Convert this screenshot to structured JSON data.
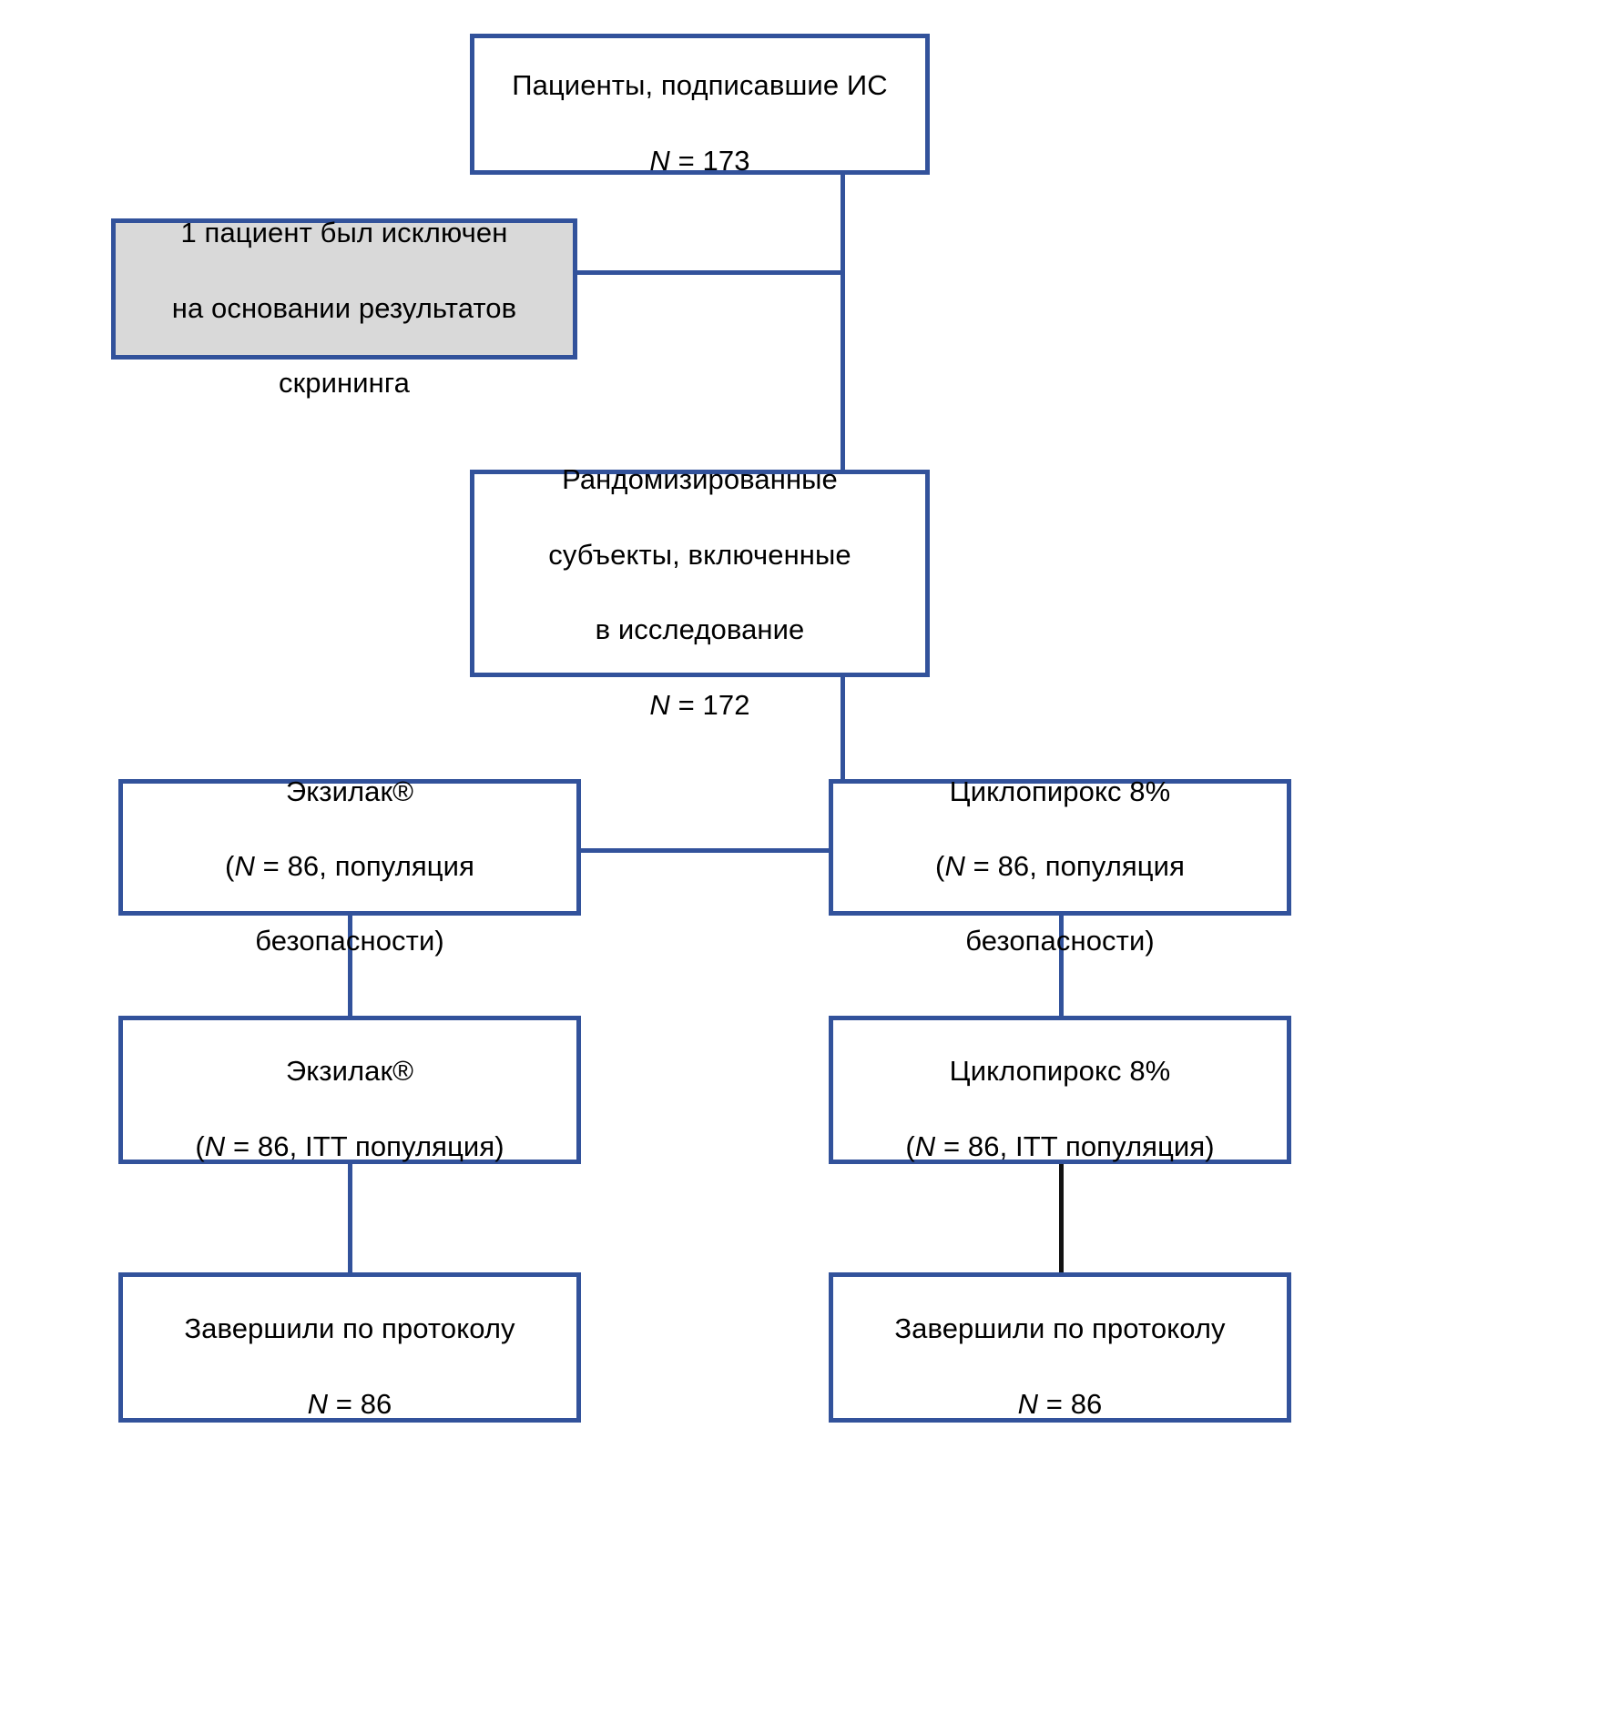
{
  "diagram": {
    "type": "flowchart",
    "title": "CONSORT patient disposition flow diagram",
    "colors": {
      "box_border": "#32529b",
      "connector": "#32529b",
      "connector_dark": "#121212",
      "shaded_box_fill": "#d9d9d9",
      "box_fill": "#ffffff",
      "text": "#000000"
    },
    "nodes": [
      {
        "id": "enrolled",
        "name": "enrolled-box",
        "line1": "Пациенты, подписавшие ИС",
        "line2_italic": "N",
        "line2_rest": " = 173",
        "shaded": false
      },
      {
        "id": "excluded",
        "name": "excluded-box",
        "line1": "1 пациент был исключен",
        "line2": "на основании результатов",
        "line3": "скрининга",
        "shaded": true
      },
      {
        "id": "randomized",
        "name": "randomized-box",
        "line1": "Рандомизированные",
        "line2": "субъекты, включенные",
        "line3": "в исследование",
        "line4_italic": "N",
        "line4_rest": " = 172",
        "shaded": false
      },
      {
        "id": "left-safety",
        "name": "exilac-safety-box",
        "line1": "Экзилак®",
        "line2_pre": "(",
        "line2_italic": "N",
        "line2_rest": " = 86, популяция",
        "line3": "безопасности)",
        "shaded": false
      },
      {
        "id": "right-safety",
        "name": "ciclopirox-safety-box",
        "line1": "Циклопирокс 8%",
        "line2_pre": "(",
        "line2_italic": "N",
        "line2_rest": " = 86, популяция",
        "line3": "безопасности)",
        "shaded": false
      },
      {
        "id": "left-itt",
        "name": "exilac-itt-box",
        "line1": "Экзилак®",
        "line2_pre": "(",
        "line2_italic": "N",
        "line2_rest": " = 86, ITT популяция)",
        "shaded": false
      },
      {
        "id": "right-itt",
        "name": "ciclopirox-itt-box",
        "line1": "Циклопирокс 8%",
        "line2_pre": "(",
        "line2_italic": "N",
        "line2_rest": " = 86,  ITT популяция)",
        "shaded": false
      },
      {
        "id": "left-completed",
        "name": "exilac-completed-box",
        "line1": "Завершили по протоколу",
        "line2_italic": "N",
        "line2_rest": " = 86",
        "shaded": false
      },
      {
        "id": "right-completed",
        "name": "ciclopirox-completed-box",
        "line1": "Завершили по протоколу",
        "line2_italic": "N",
        "line2_rest": " = 86",
        "shaded": false
      }
    ],
    "counts": {
      "signed_consent": 173,
      "screening_excluded": 1,
      "randomized": 172,
      "exilac_safety": 86,
      "ciclopirox_safety": 86,
      "exilac_itt": 86,
      "ciclopirox_itt": 86,
      "exilac_completed": 86,
      "ciclopirox_completed": 86
    }
  }
}
